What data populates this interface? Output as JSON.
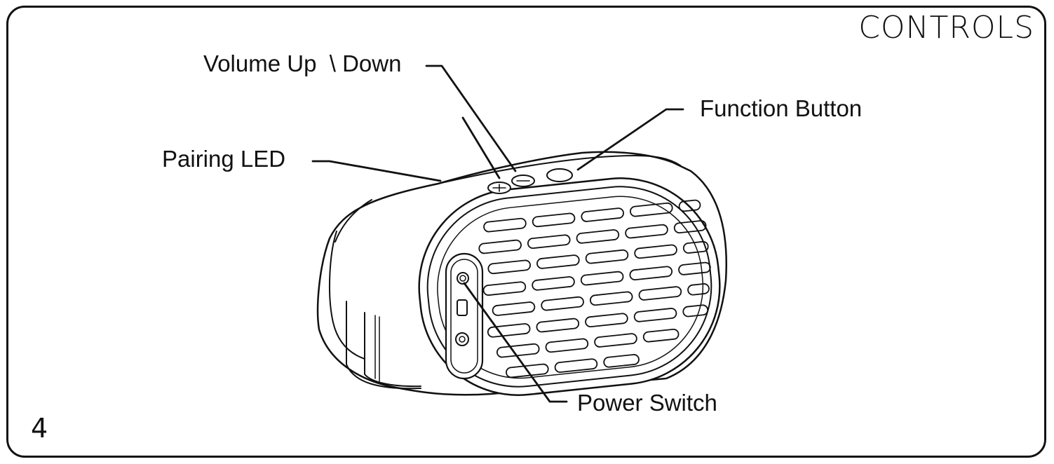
{
  "page": {
    "title": "CONTROLS",
    "page_number": "4"
  },
  "callouts": {
    "volume": "Volume Up  \\ Down",
    "function": "Function Button",
    "pairing": "Pairing LED",
    "power": "Power Switch"
  },
  "colors": {
    "line": "#111111",
    "fill": "#ffffff",
    "detail": "#555555"
  }
}
